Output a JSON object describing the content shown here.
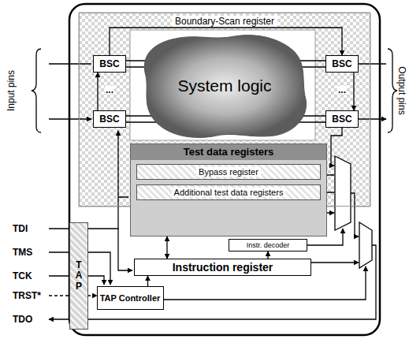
{
  "diagram": {
    "nodes": [
      {
        "text": [
          "Boundary-Scan register"
        ]
      },
      {
        "text": [
          "BSC"
        ],
        "in": 0
      },
      {
        "text": [
          "BSC"
        ],
        "in": 0
      },
      {
        "text": [
          "System logic"
        ],
        "in": 0
      },
      {
        "text": [
          "BSC"
        ],
        "in": 0
      },
      {
        "text": [
          "BSC"
        ],
        "in": 0
      },
      {
        "text": [
          "Test data registers"
        ]
      },
      {
        "text": [
          "Bypass register"
        ],
        "in": 6
      },
      {
        "text": [
          "Additional test data registers"
        ],
        "in": 6
      },
      {
        "text": [
          "Instr. decoder"
        ]
      },
      {
        "text": [
          "Instruction register"
        ]
      },
      {
        "text": [
          "TAP"
        ]
      },
      {
        "text": [
          "TAP Controller"
        ]
      }
    ],
    "edges": [
      {
        "from": 2,
        "to": 1,
        "arrow": "to"
      },
      {
        "from": 1,
        "to": 4,
        "arrow": "to"
      },
      {
        "from": 4,
        "to": 5,
        "arrow": "to"
      },
      {
        "from": 10,
        "to": 9,
        "arrow": "to"
      },
      {
        "from": 12,
        "to": 10,
        "arrow": "to"
      },
      {
        "from": 10,
        "to": 6,
        "arrow": "both"
      }
    ],
    "labels": [
      "Input pins",
      "Output pins",
      "...",
      "...",
      "TDI",
      "TMS",
      "TCK",
      "TRST*",
      "TDO"
    ]
  }
}
